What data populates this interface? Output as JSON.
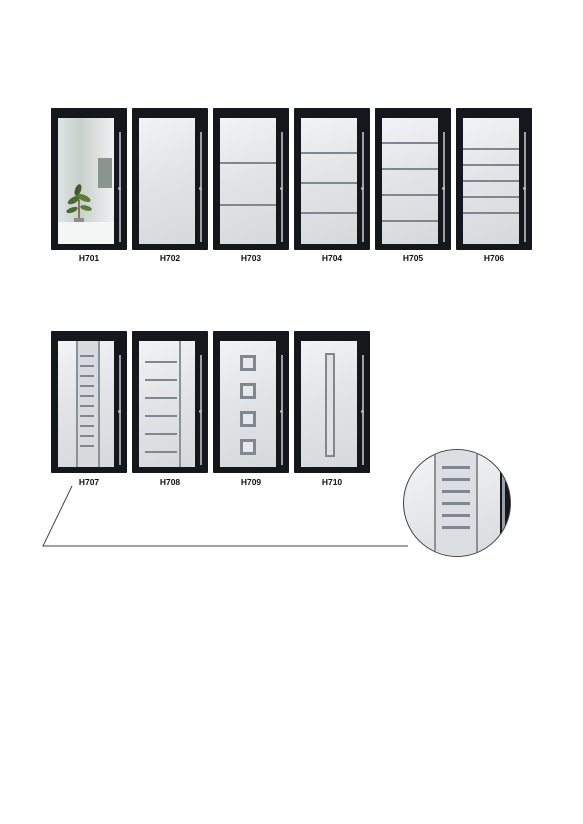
{
  "row1": {
    "labels": [
      "H701",
      "H702",
      "H703",
      "H704",
      "H705",
      "H706"
    ]
  },
  "row2": {
    "labels": [
      "H707",
      "H708",
      "H709",
      "H710"
    ]
  },
  "colors": {
    "frame": "#14171c",
    "panel": "#e4e6e8",
    "stainless": "#7f8790",
    "background": "#ffffff"
  }
}
